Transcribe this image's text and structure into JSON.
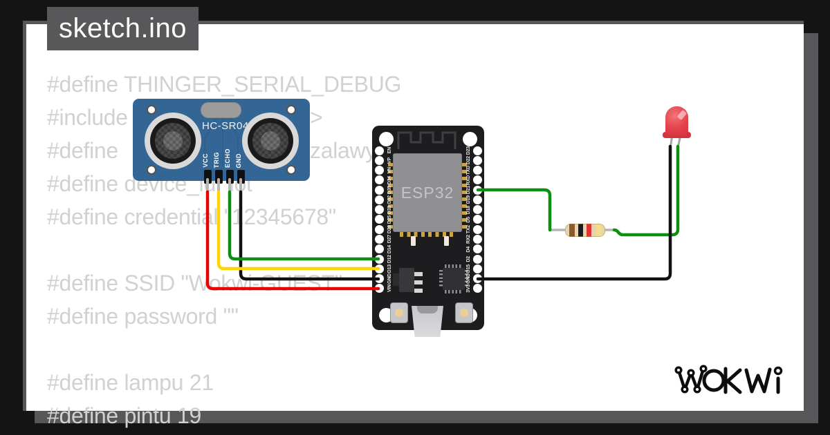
{
  "window": {
    "title": "sketch.ino"
  },
  "code": {
    "lines": [
      {
        "main": "#define THINGER_SERIAL_DEBUG",
        "tail": ""
      },
      {
        "main": "#include",
        "tail": ">"
      },
      {
        "main": "#define",
        "tail": "zalawy\""
      },
      {
        "main": "#define device_id \"iot\"",
        "tail": ""
      },
      {
        "main": "#define credential \"12345678\"",
        "tail": ""
      },
      {
        "main": "",
        "tail": ""
      },
      {
        "main": "#define SSID \"Wokwi-GUEST\"",
        "tail": ""
      },
      {
        "main": "#define password \"\"",
        "tail": ""
      },
      {
        "main": "",
        "tail": ""
      },
      {
        "main": "#define lampu 21",
        "tail": ""
      },
      {
        "main": "#define pintu 19",
        "tail": ""
      }
    ]
  },
  "sensor": {
    "name": "HC-SR04 ultrasonic distance sensor",
    "label": "HC-SR04",
    "pins": [
      "VCC",
      "TRIG",
      "ECHO",
      "GND"
    ]
  },
  "esp32": {
    "name": "ESP32 DevKit v1 board",
    "chip_label": "ESP32",
    "left_pins": [
      "EN",
      "VP",
      "VN",
      "D34",
      "D35",
      "D32",
      "D33",
      "D25",
      "D26",
      "D27",
      "D14",
      "D12",
      "D13",
      "GND",
      "VIN"
    ],
    "right_pins": [
      "D23",
      "D22",
      "TXD",
      "RXD",
      "D21",
      "D19",
      "D18",
      "D5",
      "TX2",
      "RX2",
      "D4",
      "D2",
      "D15",
      "GND",
      "3V3"
    ]
  },
  "led": {
    "name": "red LED",
    "color": "#e4414b"
  },
  "resistor": {
    "name": "resistor",
    "bands": [
      "brown",
      "black",
      "red",
      "gold"
    ]
  },
  "wires": [
    {
      "from": "HC-SR04 VCC",
      "to": "ESP32 VIN",
      "color": "#e60000"
    },
    {
      "from": "HC-SR04 TRIG",
      "to": "ESP32 D13",
      "color": "#ffd500"
    },
    {
      "from": "HC-SR04 ECHO",
      "to": "ESP32 D12",
      "color": "#0d8f11"
    },
    {
      "from": "HC-SR04 GND",
      "to": "ESP32 GND left",
      "color": "#111111"
    },
    {
      "from": "ESP32 D21",
      "to": "resistor to LED anode",
      "color": "#0d8f11"
    },
    {
      "from": "LED cathode",
      "to": "ESP32 GND right",
      "color": "#111111"
    }
  ],
  "logo": {
    "text": "WOKWI"
  },
  "colors": {
    "background": "#141414",
    "card": "#ffffff",
    "chrome_gray": "#57575a",
    "code_text": "#d1d1d1",
    "sensor_board": "#346695",
    "esp32_board": "#1d1d1f",
    "wire_red": "#e60000",
    "wire_yellow": "#ffd500",
    "wire_green": "#0d8f11",
    "wire_black": "#111111"
  }
}
